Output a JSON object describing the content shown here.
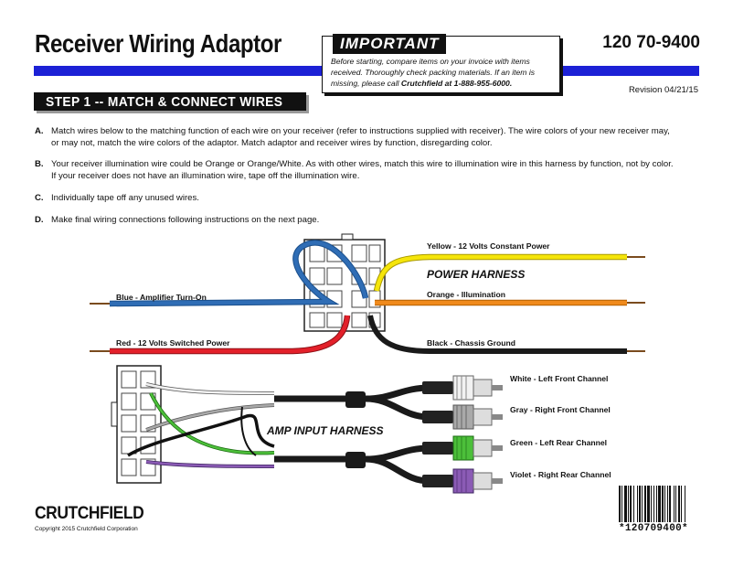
{
  "header": {
    "title": "Receiver Wiring Adaptor",
    "part_number": "120 70-9400",
    "revision": "Revision 04/21/15"
  },
  "important": {
    "heading": "IMPORTANT",
    "text": "Before starting, compare items on your invoice with items received.  Thoroughly check packing materials.  If an item is missing, please call ",
    "phone": "Crutchfield at 1-888-955-6000."
  },
  "step": {
    "title": "STEP 1 -- MATCH & CONNECT WIRES"
  },
  "instructions": [
    {
      "letter": "A.",
      "text": "Match wires below to the matching function of each wire on your receiver (refer to instructions supplied with receiver).  The wire colors of your new receiver may, or may not, match the wire colors of the adaptor.  Match adaptor and receiver wires by function, disregarding color."
    },
    {
      "letter": "B.",
      "text": "Your receiver illumination wire could be Orange or Orange/White.  As with other wires, match this wire to illumination wire in this harness by function, not by color.  If your receiver does not have an illumination wire, tape off the illumination wire."
    },
    {
      "letter": "C.",
      "text": "Individually tape off any unused wires."
    },
    {
      "letter": "D.",
      "text": "Make final wiring connections following instructions on the next page."
    }
  ],
  "diagram": {
    "power_harness_label": "POWER HARNESS",
    "amp_harness_label": "AMP INPUT HARNESS",
    "power_wires": [
      {
        "label": "Yellow - 12 Volts Constant Power",
        "color": "#f5e50a"
      },
      {
        "label": "Blue - Amplifier Turn-On",
        "color": "#2f6db5"
      },
      {
        "label": "Orange - Illumination",
        "color": "#f08a1c"
      },
      {
        "label": "Red - 12 Volts Switched Power",
        "color": "#e3202a"
      },
      {
        "label": "Black - Chassis Ground",
        "color": "#1a1a1a"
      }
    ],
    "rca_outputs": [
      {
        "label": "White - Left Front Channel",
        "color": "#f2f2f2"
      },
      {
        "label": "Gray - Right Front Channel",
        "color": "#a9a9a9"
      },
      {
        "label": "Green - Left Rear Channel",
        "color": "#4cbf3a"
      },
      {
        "label": "Violet - Right Rear Channel",
        "color": "#8b5bb5"
      }
    ]
  },
  "footer": {
    "logo": "CRUTCHFIELD",
    "copyright": "Copyright 2015  Crutchfield Corporation",
    "barcode_text": "*120709400*"
  }
}
